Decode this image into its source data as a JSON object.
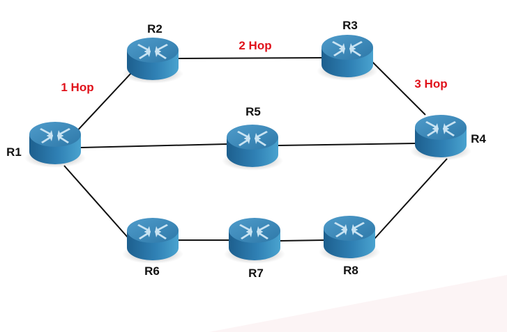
{
  "diagram": {
    "type": "network-topology",
    "accent_color": "#e0121b",
    "router_color": "#2f7fb0",
    "nodes": [
      {
        "id": "R1",
        "label": "R1",
        "icon": "router-icon"
      },
      {
        "id": "R2",
        "label": "R2",
        "icon": "router-icon"
      },
      {
        "id": "R3",
        "label": "R3",
        "icon": "router-icon"
      },
      {
        "id": "R4",
        "label": "R4",
        "icon": "router-icon"
      },
      {
        "id": "R5",
        "label": "R5",
        "icon": "router-icon"
      },
      {
        "id": "R6",
        "label": "R6",
        "icon": "router-icon"
      },
      {
        "id": "R7",
        "label": "R7",
        "icon": "router-icon"
      },
      {
        "id": "R8",
        "label": "R8",
        "icon": "router-icon"
      }
    ],
    "links": [
      {
        "from": "R1",
        "to": "R2",
        "label": "1 Hop"
      },
      {
        "from": "R2",
        "to": "R3",
        "label": "2 Hop"
      },
      {
        "from": "R3",
        "to": "R4",
        "label": "3 Hop"
      },
      {
        "from": "R1",
        "to": "R5",
        "label": ""
      },
      {
        "from": "R5",
        "to": "R4",
        "label": ""
      },
      {
        "from": "R1",
        "to": "R6",
        "label": ""
      },
      {
        "from": "R6",
        "to": "R7",
        "label": ""
      },
      {
        "from": "R7",
        "to": "R8",
        "label": ""
      },
      {
        "from": "R8",
        "to": "R4",
        "label": ""
      }
    ]
  }
}
